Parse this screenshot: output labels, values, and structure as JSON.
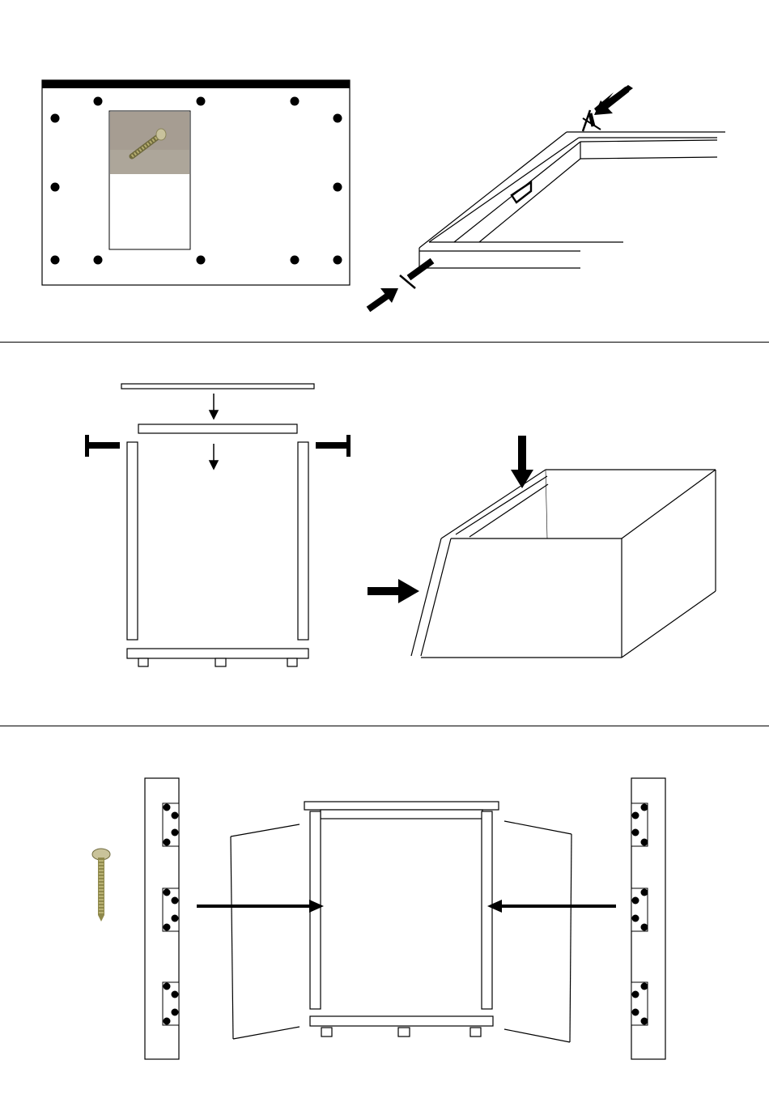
{
  "page": {
    "background": "#ffffff",
    "ink": "#000000"
  },
  "steps": [
    {
      "id": "step-1",
      "icons": [
        "screw-photo",
        "hole-pattern-board",
        "push-arrow-icon"
      ]
    },
    {
      "id": "step-2",
      "icons": [
        "down-arrow-icon",
        "t-clamp-icon",
        "push-arrow-icon"
      ]
    },
    {
      "id": "step-3",
      "icons": [
        "screw-icon",
        "side-rail-panel",
        "push-arrow-icon"
      ]
    }
  ],
  "colors": {
    "photo_bg": "#a49b8f",
    "screw_shaft": "#a8a15a",
    "screw_head": "#c9c39a"
  }
}
